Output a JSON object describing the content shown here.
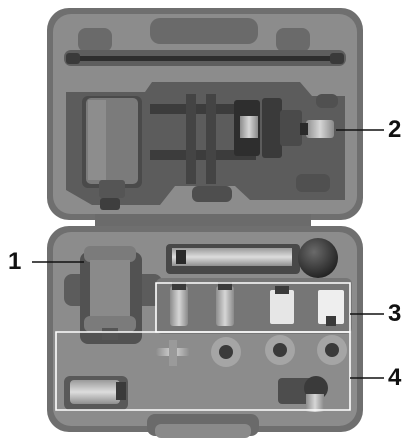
{
  "callouts": [
    {
      "id": "1",
      "label": "1"
    },
    {
      "id": "2",
      "label": "2"
    },
    {
      "id": "3",
      "label": "3"
    },
    {
      "id": "4",
      "label": "4"
    }
  ],
  "colors": {
    "case_outer": "#7a7a7a",
    "case_inner": "#8e8e8e",
    "foam_recess": "#5f5f5f",
    "tool_metal": "#b5b5b5",
    "tool_dark": "#3a3a3a",
    "line": "#111111"
  }
}
